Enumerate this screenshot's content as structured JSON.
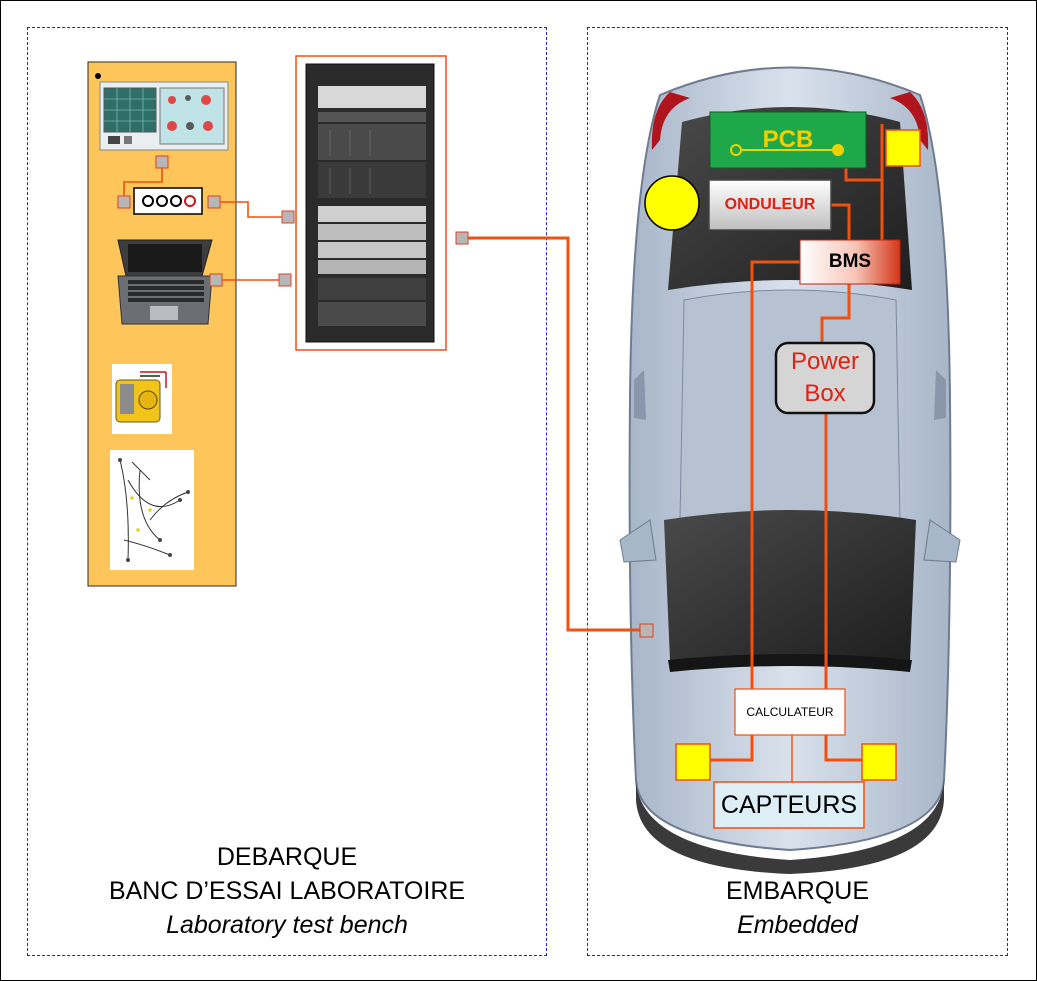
{
  "colors": {
    "panel_border": "#2323c8",
    "connector": "#f05010",
    "bench_panel": "#fdc55a",
    "pcb_green": "#1fa84a",
    "connector_node": "#b7b7b7",
    "yellow_node": "#ffff00"
  },
  "left_panel": {
    "title": "DEBARQUE",
    "subtitle": "BANC D’ESSAI LABORATOIRE",
    "translation": "Laboratory test bench",
    "equipment": [
      "oscilloscope-icon",
      "connector-strip-icon",
      "laptop-icon",
      "server-rack-icon",
      "multimeter-icon",
      "wiring-harness-icon"
    ]
  },
  "right_panel": {
    "title": "EMBARQUE",
    "translation": "Embedded"
  },
  "components": {
    "pcb": "PCB",
    "onduleur": "ONDULEUR",
    "bms": "BMS",
    "power_box": "Power Box",
    "calculateur": "CALCULATEUR",
    "capteurs": "CAPTEURS"
  }
}
